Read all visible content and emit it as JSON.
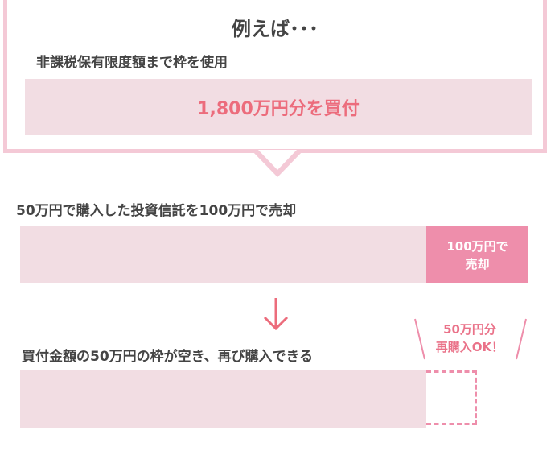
{
  "callout": {
    "title": "例えば･･･",
    "label": "非課税保有限度額まで枠を使用",
    "box_text": "1,800万円分を買付"
  },
  "section1": {
    "label": "50万円で購入した投資信託を100万円で売却",
    "sell_line1": "100万円で",
    "sell_line2": "売却"
  },
  "section2": {
    "label": "買付金額の50万円の枠が空き、再び購入できる",
    "rebuy_line1": "50万円分",
    "rebuy_line2": "再購入OK！"
  },
  "colors": {
    "pink_light": "#f2dde3",
    "pink_border": "#f4c9d6",
    "pink_accent": "#ee8eab",
    "red_text": "#ec6c7c"
  },
  "icons": [
    "down-arrow-icon"
  ]
}
